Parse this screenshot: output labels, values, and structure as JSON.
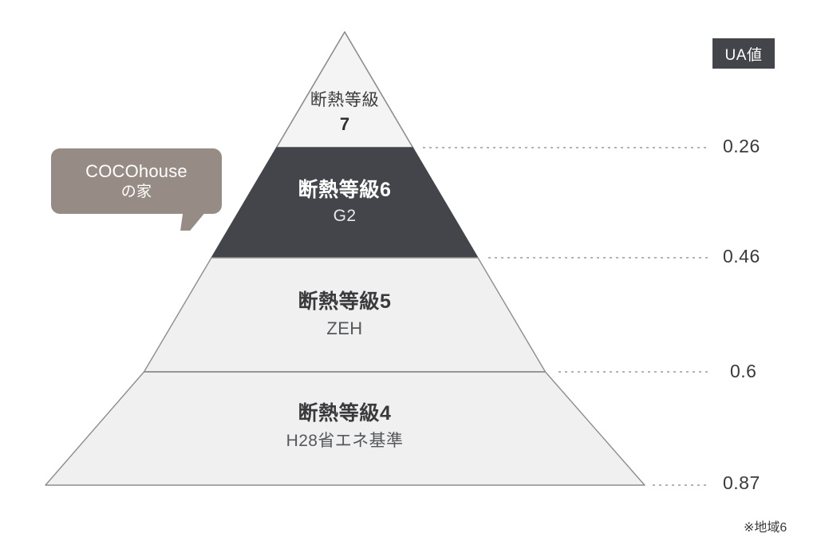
{
  "figure": {
    "title_badge": "UA値",
    "note": "※地域6"
  },
  "callout": {
    "line1": "COCOhouse",
    "line2": "の家",
    "color": "#978b85",
    "points_to": "断熱等級6"
  },
  "chart_data": {
    "type": "pyramid",
    "title": "UA値",
    "ylabel": "UA値",
    "note": "※地域6",
    "highlight_index": 1,
    "highlight_color": "#43454a",
    "band_color": "#f0f0f0",
    "top_band_color": "#f4f4f4",
    "categories": [
      "断熱等級7",
      "断熱等級6",
      "断熱等級5",
      "断熱等級4"
    ],
    "bands": [
      {
        "title": "断熱等級",
        "number": "7",
        "subtitle": "",
        "ua_value": "0.26",
        "highlighted": false
      },
      {
        "title": "断熱等級6",
        "number": "",
        "subtitle": "G2",
        "ua_value": "0.46",
        "highlighted": true
      },
      {
        "title": "断熱等級5",
        "number": "",
        "subtitle": "ZEH",
        "ua_value": "0.6",
        "highlighted": false
      },
      {
        "title": "断熱等級4",
        "number": "",
        "subtitle": "H28省エネ基準",
        "ua_value": "0.87",
        "highlighted": false
      }
    ],
    "values": [
      0.26,
      0.46,
      0.6,
      0.87
    ],
    "legend": []
  }
}
